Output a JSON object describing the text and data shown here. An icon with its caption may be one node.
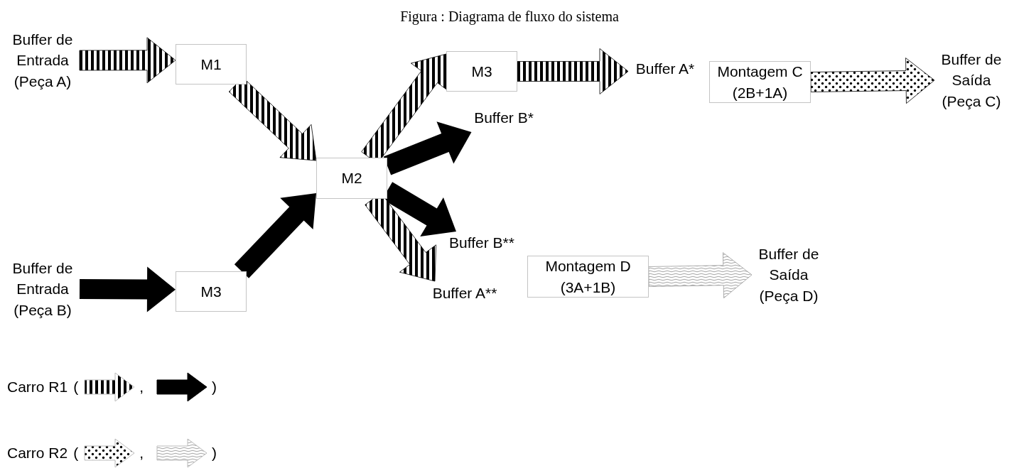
{
  "diagram": {
    "title": "Figura : Diagrama de fluxo do sistema",
    "nodes": [
      {
        "text": [
          "Buffer de Entrada (Peça A)"
        ]
      },
      {
        "text": [
          "M1"
        ]
      },
      {
        "text": [
          "M2"
        ]
      },
      {
        "text": [
          "Buffer de Entrada (Peça B)"
        ]
      },
      {
        "text": [
          "M3"
        ]
      },
      {
        "text": [
          "M3"
        ]
      },
      {
        "text": [
          "Buffer A*"
        ]
      },
      {
        "text": [
          "Buffer B*"
        ]
      },
      {
        "text": [
          "Buffer B**"
        ]
      },
      {
        "text": [
          "Buffer A**"
        ]
      },
      {
        "text": [
          "Montagem C (2B+1A)"
        ]
      },
      {
        "text": [
          "Montagem D (3A+1B)"
        ]
      },
      {
        "text": [
          "Buffer de Saída (Peça C)"
        ]
      },
      {
        "text": [
          "Buffer de Saída (Peça D)"
        ]
      }
    ],
    "edges": [
      {
        "from": 0,
        "to": 1,
        "arrow": "to"
      },
      {
        "from": 1,
        "to": 2,
        "arrow": "to"
      },
      {
        "from": 3,
        "to": 4,
        "arrow": "to",
        "style": "thick"
      },
      {
        "from": 4,
        "to": 2,
        "arrow": "to",
        "style": "thick"
      },
      {
        "from": 2,
        "to": 5,
        "arrow": "to"
      },
      {
        "from": 2,
        "to": 7,
        "arrow": "to",
        "style": "thick"
      },
      {
        "from": 2,
        "to": 8,
        "arrow": "to",
        "style": "thick"
      },
      {
        "from": 2,
        "to": 9,
        "arrow": "to"
      },
      {
        "from": 5,
        "to": 6,
        "arrow": "to"
      },
      {
        "from": 10,
        "to": 12,
        "arrow": "to",
        "style": "dashed"
      },
      {
        "from": 11,
        "to": 13,
        "arrow": "to",
        "color": "#9a9a9a"
      }
    ],
    "labels": [
      "(",
      ",",
      ")",
      "(",
      ",",
      ")"
    ],
    "legend": [
      {
        "text": "Carro R1"
      },
      {
        "text": "Carro R2"
      }
    ]
  }
}
